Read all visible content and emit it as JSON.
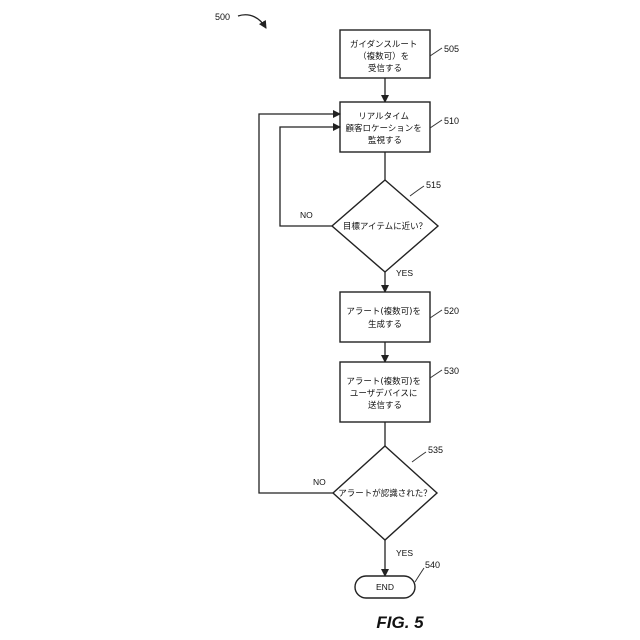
{
  "figure": {
    "ref": "500",
    "caption": "FIG. 5"
  },
  "steps": {
    "s505": {
      "lines": [
        "ガイダンスルート",
        "（複数可）を",
        "受信する"
      ],
      "ref": "505"
    },
    "s510": {
      "lines": [
        "リアルタイム",
        "顧客ロケーションを",
        "監視する"
      ],
      "ref": "510"
    },
    "s515": {
      "lines": [
        "目標アイテムに近い？"
      ],
      "ref": "515",
      "yes": "YES",
      "no": "NO"
    },
    "s520": {
      "lines": [
        "アラート(複数可)を",
        "生成する"
      ],
      "ref": "520"
    },
    "s530": {
      "lines": [
        "アラート(複数可)を",
        "ユーザデバイスに",
        "送信する"
      ],
      "ref": "530"
    },
    "s535": {
      "lines": [
        "アラートが認識された？"
      ],
      "ref": "535",
      "yes": "YES",
      "no": "NO"
    },
    "s540": {
      "lines": [
        "END"
      ],
      "ref": "540"
    }
  }
}
